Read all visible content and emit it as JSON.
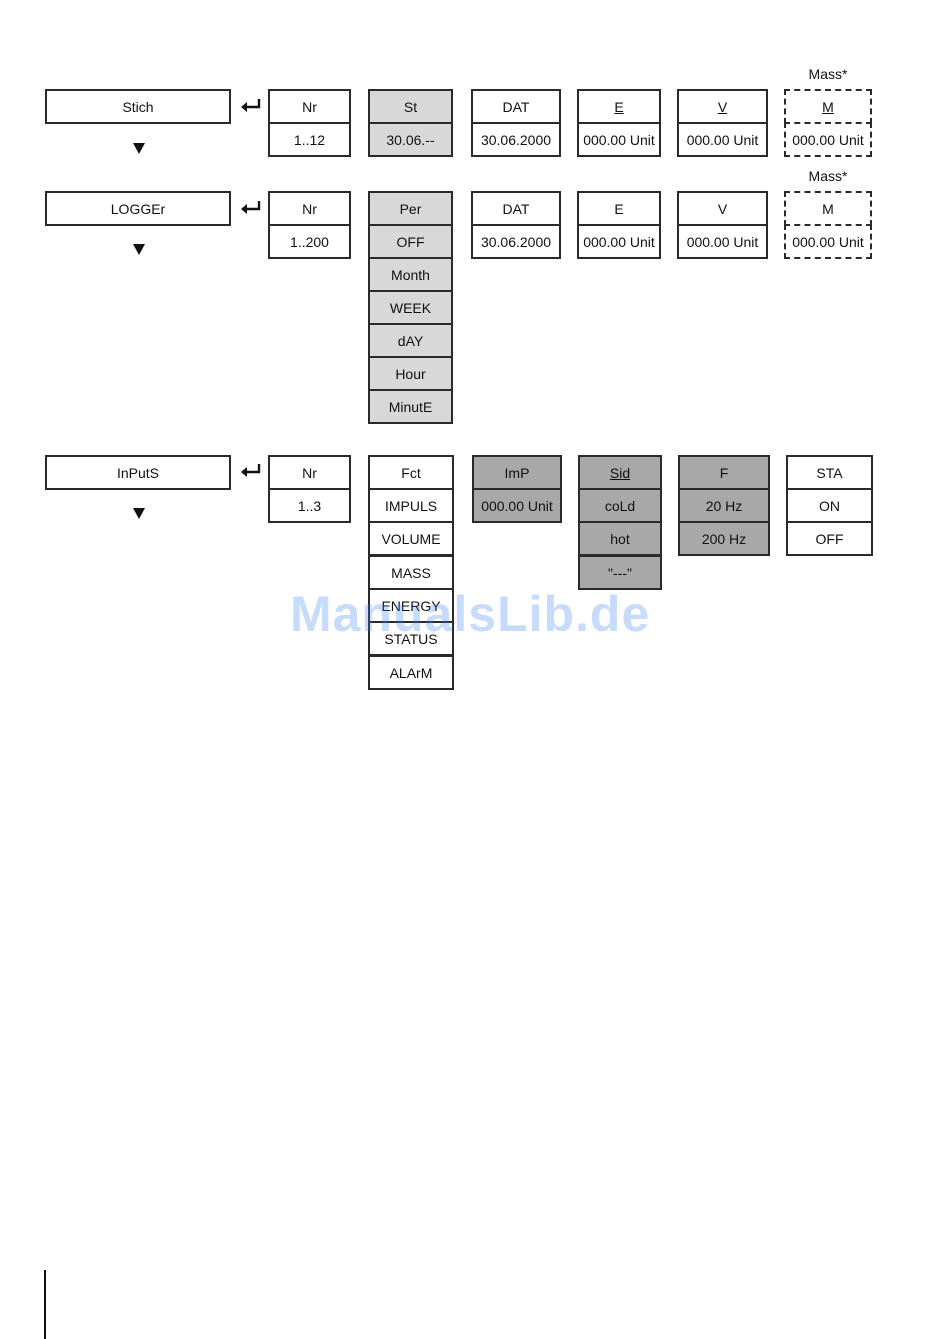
{
  "stich": {
    "menu": "Stich",
    "nr": {
      "head": "Nr",
      "value": "1..12"
    },
    "st": {
      "head": "St",
      "value": "30.06.--"
    },
    "dat": {
      "head": "DAT",
      "value": "30.06.2000"
    },
    "e": {
      "head": "E",
      "value": "000.00 Unit"
    },
    "v": {
      "head": "V",
      "value": "000.00 Unit"
    },
    "m": {
      "label": "Mass*",
      "head": "M",
      "value": "000.00 Unit"
    }
  },
  "logger": {
    "menu": "LOGGEr",
    "nr": {
      "head": "Nr",
      "value": "1..200"
    },
    "per": {
      "head": "Per",
      "options": [
        "OFF",
        "Month",
        "WEEK",
        "dAY",
        "Hour",
        "MinutE"
      ]
    },
    "dat": {
      "head": "DAT",
      "value": "30.06.2000"
    },
    "e": {
      "head": "E",
      "value": "000.00 Unit"
    },
    "v": {
      "head": "V",
      "value": "000.00 Unit"
    },
    "m": {
      "label": "Mass*",
      "head": "M",
      "value": "000.00 Unit"
    }
  },
  "inputs": {
    "menu": "InPutS",
    "nr": {
      "head": "Nr",
      "value": "1..3"
    },
    "fct": {
      "head": "Fct",
      "options": [
        "IMPULS",
        "VOLUME",
        "MASS",
        "ENERGY",
        "STATUS",
        "ALArM"
      ]
    },
    "imp": {
      "head": "ImP",
      "value": "000.00 Unit"
    },
    "sid": {
      "head": "Sid",
      "options": [
        "coLd",
        "hot",
        "\"---\""
      ]
    },
    "f": {
      "head": "F",
      "options": [
        "20 Hz",
        "200 Hz"
      ]
    },
    "sta": {
      "head": "STA",
      "options": [
        "ON",
        "OFF"
      ]
    }
  },
  "watermark": "ManualsLib.de"
}
